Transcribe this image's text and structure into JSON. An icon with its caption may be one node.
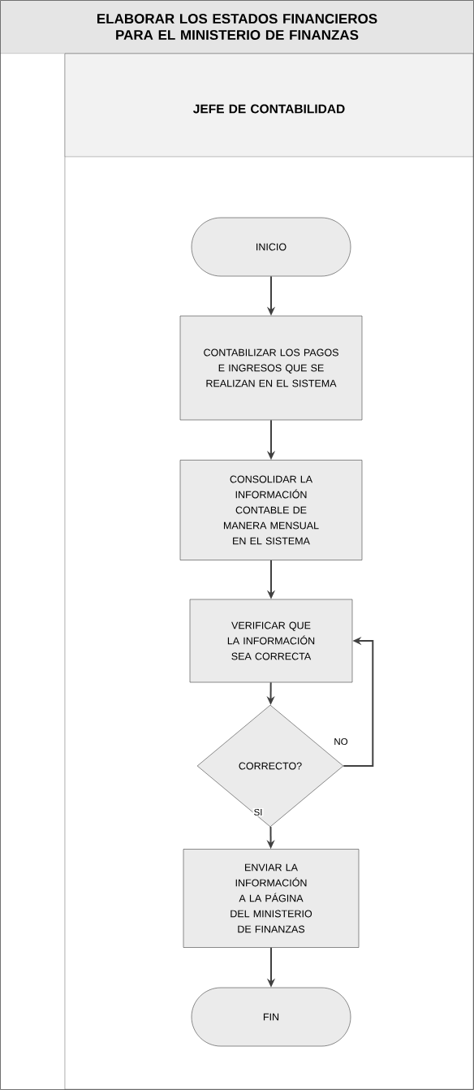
{
  "diagram": {
    "nodes": [
      {
        "text": [
          "ELABORAR LOS ESTADOS FINANCIEROS PARA EL MINISTERIO DE FINANZAS"
        ]
      },
      {
        "text": [
          "JEFE DE CONTABILIDAD"
        ],
        "in": 0
      },
      {
        "text": [
          "INICIO"
        ],
        "in": 1
      },
      {
        "text": [
          "CONTABILIZAR LOS PAGOS E INGRESOS QUE SE REALIZAN EN EL SISTEMA"
        ],
        "in": 1
      },
      {
        "text": [
          "CONSOLIDAR LA INFORMACIÓN CONTABLE DE MANERA MENSUAL EN EL SISTEMA"
        ],
        "in": 1
      },
      {
        "text": [
          "VERIFICAR QUE LA INFORMACIÓN SEA CORRECTA"
        ],
        "in": 1
      },
      {
        "text": [
          "CORRECTO?"
        ],
        "in": 1
      },
      {
        "text": [
          "ENVIAR LA INFORMACIÓN A LA PÁGINA DEL MINISTERIO DE FINANZAS"
        ],
        "in": 1
      },
      {
        "text": [
          "FIN"
        ],
        "in": 1
      }
    ],
    "edges": [
      {
        "from": 2,
        "to": 3,
        "arrow": "to"
      },
      {
        "from": 3,
        "to": 4,
        "arrow": "to"
      },
      {
        "from": 4,
        "to": 5,
        "arrow": "to"
      },
      {
        "from": 5,
        "to": 6,
        "arrow": "to"
      },
      {
        "from": 6,
        "to": 5,
        "arrow": "to",
        "label": "NO"
      },
      {
        "from": 6,
        "to": 7,
        "arrow": "to",
        "label": "SI"
      },
      {
        "from": 7,
        "to": 8,
        "arrow": "to"
      }
    ]
  }
}
